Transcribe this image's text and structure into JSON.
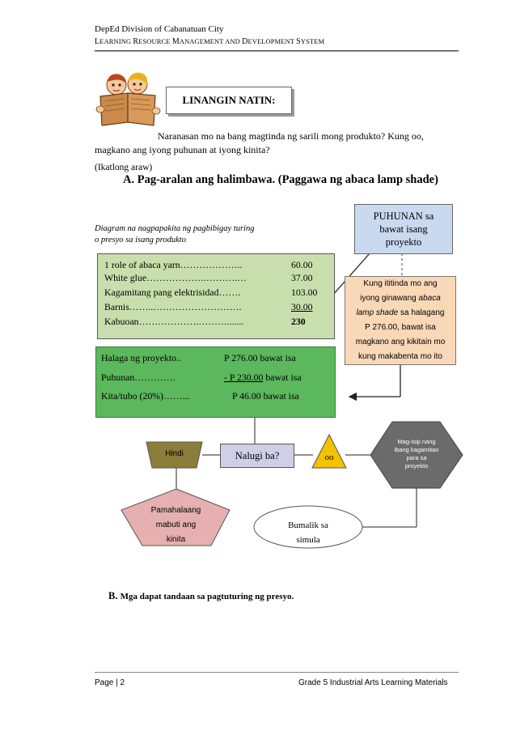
{
  "header": {
    "line1": "DepEd Division of Cabanatuan City",
    "line2_parts": [
      "L",
      "EARNING ",
      "R",
      "ESOURCE ",
      "M",
      "ANAGEMENT AND ",
      "D",
      "EVELOPMENT ",
      "S",
      "YSTEM"
    ]
  },
  "linangin_label": "LINANGIN NATIN:",
  "intro_paragraph_indent": "Naranasan mo na bang magtinda ng sarili mong produkto? Kung oo,",
  "intro_paragraph_rest": "magkano ang iyong puhunan at iyong kinita?",
  "day_label": "(Ikatlong araw)",
  "section_a": "A. Pag-aralan ang halimbawa. (Paggawa ng abaca lamp shade)",
  "diagram_caption": [
    "Diagram na nagpapakita ng pagbibigay turing",
    "o presyo sa isang produkto"
  ],
  "materials": [
    {
      "item": "1 role of abaca yarn………………..",
      "cost": "60.00"
    },
    {
      "item": "White glue……………….……….…",
      "cost": "37.00"
    },
    {
      "item": "Kagamitang pang elektrisidad…….",
      "cost": "103.00"
    },
    {
      "item": "Barnis……..……………………….",
      "cost": "30.00"
    },
    {
      "item": "Kabuoan……………….……….......",
      "cost": "230"
    }
  ],
  "pricing": {
    "halaga_label": "Halaga ng proyekto..",
    "halaga_value": "P 276.00 bawat isa",
    "puhunan_label": "Puhunan………….",
    "puhunan_value_underlined": "- P 230.00",
    "puhunan_value_rest": " bawat isa",
    "kita_label": "Kita/tubo  (20%)……...",
    "kita_value": "P 46.00 bawat  isa"
  },
  "puhunan_box": [
    "PUHUNAN sa",
    "bawat isang",
    "proyekto"
  ],
  "kung_box_parts": [
    "Kung ititinda mo ang",
    "iyong ginawang ",
    "abaca",
    "lamp shade",
    " sa halagang",
    "P 276.00, bawat isa",
    "magkano ang kikitain mo",
    "kung makabenta mo ito"
  ],
  "flow": {
    "hindi": "Hindi",
    "nalugi": "Nalugi ba?",
    "oo": "oo",
    "magisip": [
      "Mag-isip nang",
      "ibang kagamitan",
      "para sa",
      "proyekto"
    ],
    "pamahalaang": [
      "Pamahalaang",
      "mabuti ang",
      "kinita"
    ],
    "bumalik": [
      "Bumalik sa",
      "simula"
    ]
  },
  "section_b_letter": "B.",
  "section_b_text": "Mga dapat tandaan sa pagtuturing ng presyo.",
  "footer": {
    "page_label": "Page | 2",
    "right": "Grade 5 Industrial Arts Learning Materials"
  },
  "colors": {
    "green_light": "#c8dfad",
    "green_dark": "#5cb85c",
    "blue_box": "#c9d9f0",
    "peach_box": "#f9d8b8",
    "olive": "#8b7d3a",
    "pink": "#e6b0b0",
    "lavender": "#cfcfe8",
    "yellow": "#f2c200",
    "gray_hex": "#6b6b6b",
    "red_ellipse": "#cc1111"
  }
}
